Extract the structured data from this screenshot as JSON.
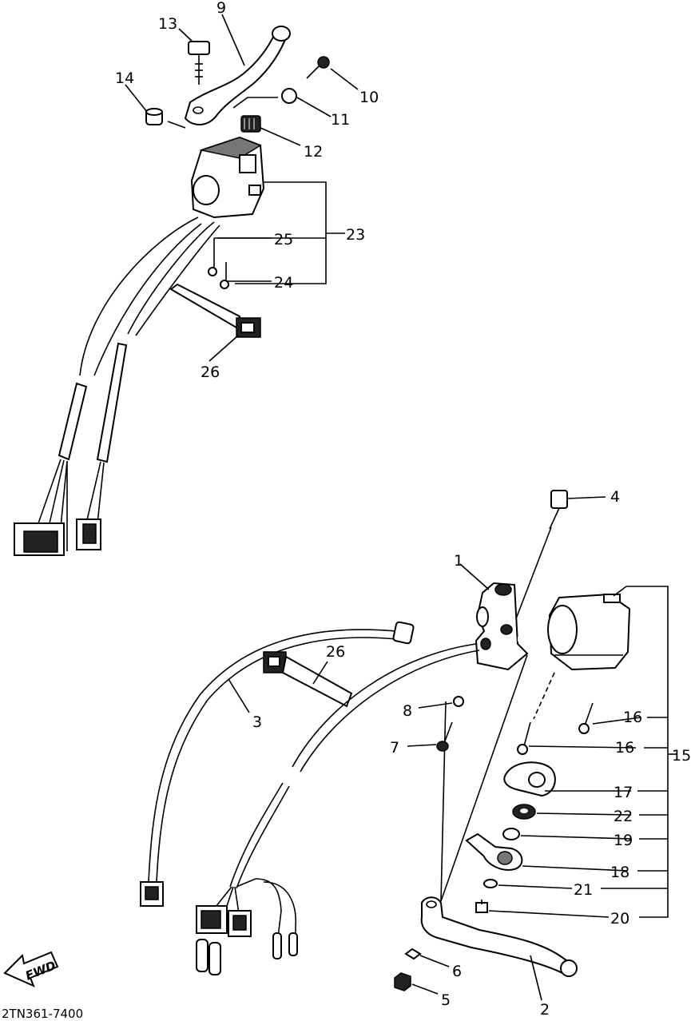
{
  "callouts": {
    "c1": "1",
    "c2": "2",
    "c3": "3",
    "c4": "4",
    "c5": "5",
    "c6": "6",
    "c7": "7",
    "c8": "8",
    "c9": "9",
    "c10": "10",
    "c11": "11",
    "c12": "12",
    "c13": "13",
    "c14": "14",
    "c15": "15",
    "c16a": "16",
    "c16b": "16",
    "c17": "17",
    "c18": "18",
    "c19": "19",
    "c20": "20",
    "c21": "21",
    "c22": "22",
    "c23": "23",
    "c24": "24",
    "c25": "25",
    "c26a": "26",
    "c26b": "26"
  },
  "fwd_label": "FWD",
  "diagram_code": "2TN361-7400"
}
